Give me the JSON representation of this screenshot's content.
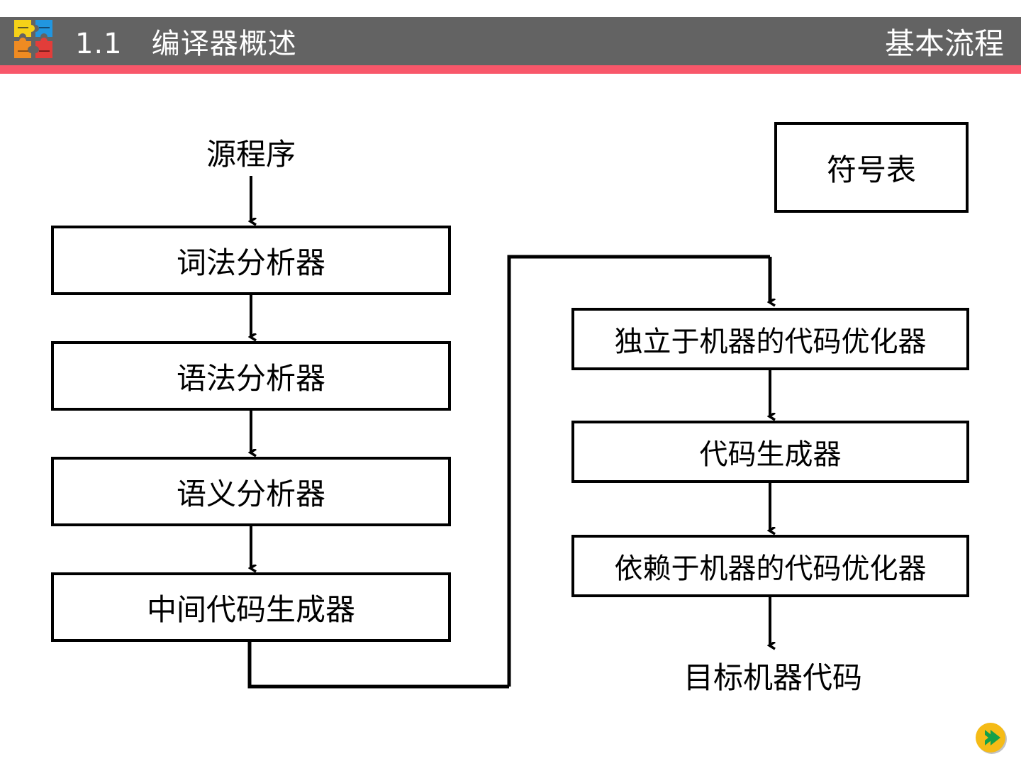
{
  "header": {
    "section_number": "1.1",
    "title": "1.1   编译器概述",
    "subtitle": "基本流程",
    "logo_icon": "puzzle-logo-icon",
    "bar_color": "#636363",
    "stripe_color": "#f8576a",
    "text_color": "#ffffff"
  },
  "diagram": {
    "type": "flowchart",
    "line_color": "#000000",
    "box_fill": "#ffffff",
    "labels": {
      "source_program": "源程序",
      "target_machine_code": "目标机器代码"
    },
    "left_column": [
      {
        "id": "lexical",
        "label": "词法分析器"
      },
      {
        "id": "syntax",
        "label": "语法分析器"
      },
      {
        "id": "semantic",
        "label": "语义分析器"
      },
      {
        "id": "ircode",
        "label": "中间代码生成器"
      }
    ],
    "right_column": [
      {
        "id": "symbol-table",
        "label": "符号表"
      },
      {
        "id": "machine-independent-optimizer",
        "label": "独立于机器的代码优化器"
      },
      {
        "id": "code-generator",
        "label": "代码生成器"
      },
      {
        "id": "machine-dependent-optimizer",
        "label": "依赖于机器的代码优化器"
      }
    ]
  },
  "navigation": {
    "next_label": "next-slide",
    "next_icon": "chevron-right-icon",
    "circle_color": "#f5bb16",
    "chevron_color": "#14a04a"
  }
}
